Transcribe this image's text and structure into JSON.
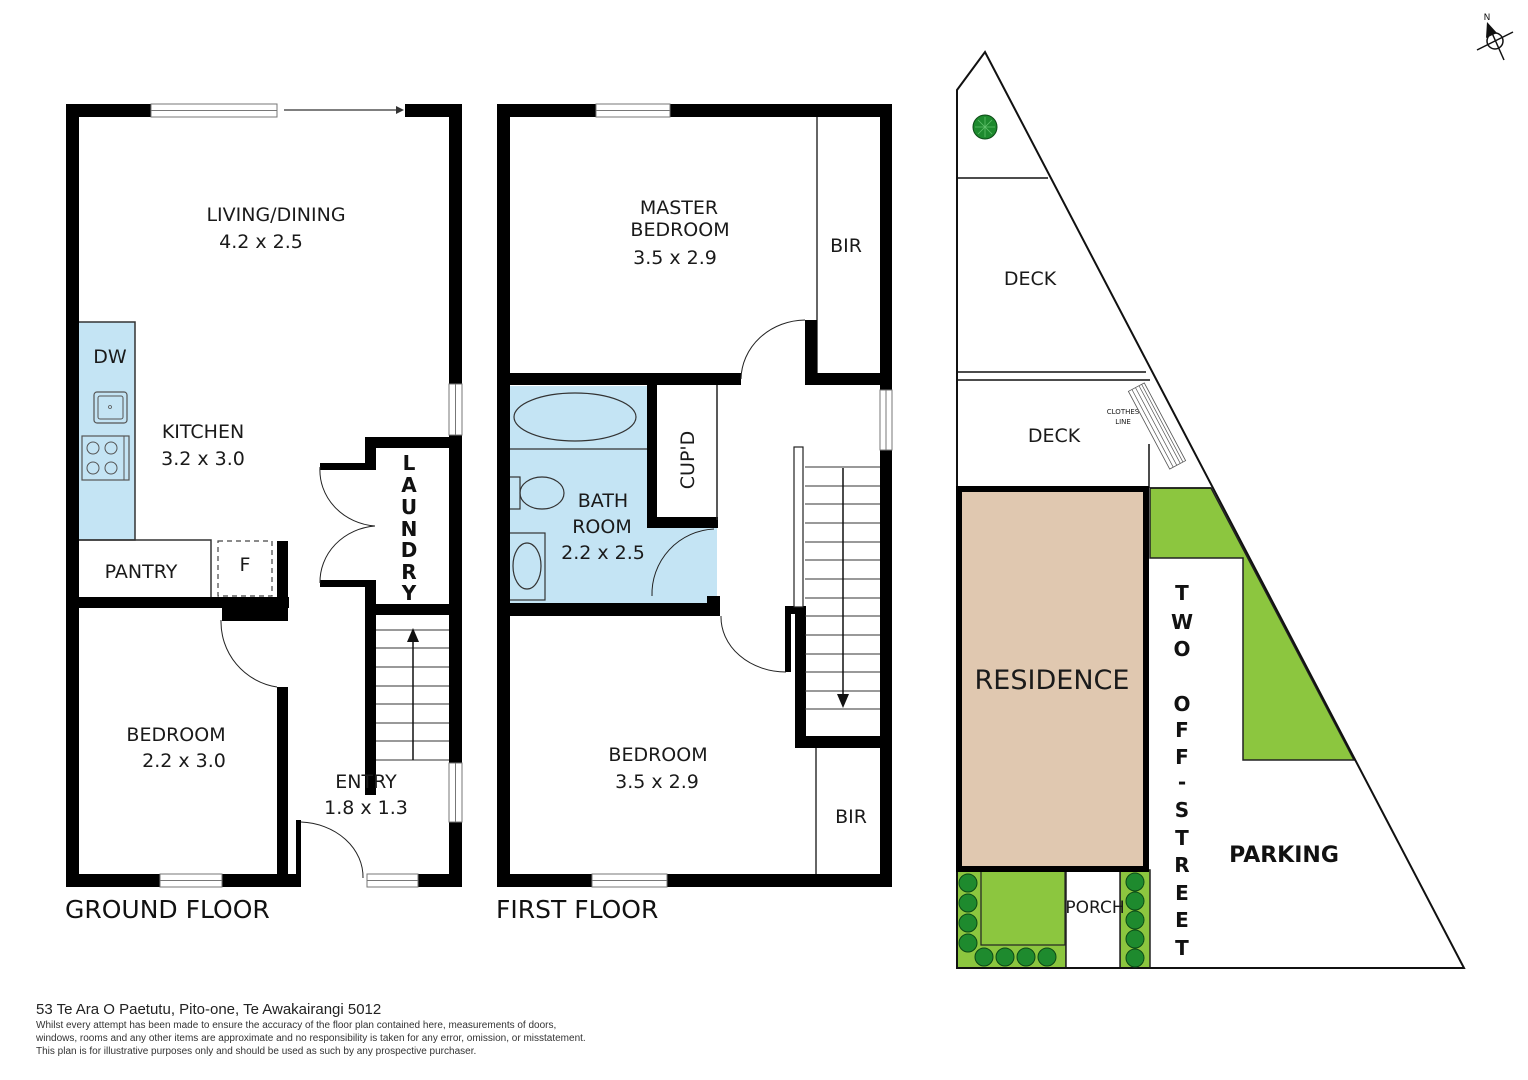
{
  "colors": {
    "wall": "#000000",
    "wet_area": "#c4e4f4",
    "residence": "#e0c8b0",
    "lawn": "#8cc63f",
    "tree": "#1e8a2e",
    "window_fill": "#ffffff"
  },
  "compass": {
    "label": "N"
  },
  "ground_floor": {
    "title": "GROUND FLOOR",
    "rooms": {
      "living": {
        "name": "LIVING/DINING",
        "size": "4.2 x 2.5"
      },
      "kitchen": {
        "name": "KITCHEN",
        "size": "3.2 x 3.0"
      },
      "dw": {
        "name": "DW"
      },
      "pantry": {
        "name": "PANTRY"
      },
      "fridge": {
        "name": "F"
      },
      "laundry": {
        "name": "LAUNDRY",
        "letters": [
          "L",
          "A",
          "U",
          "N",
          "D",
          "R",
          "Y"
        ]
      },
      "bedroom": {
        "name": "BEDROOM",
        "size": "2.2 x 3.0"
      },
      "entry": {
        "name": "ENTRY",
        "size": "1.8 x 1.3"
      }
    }
  },
  "first_floor": {
    "title": "FIRST FLOOR",
    "rooms": {
      "master": {
        "name_line1": "MASTER",
        "name_line2": "BEDROOM",
        "size": "3.5 x 2.9"
      },
      "bir_top": {
        "name": "BIR"
      },
      "bath": {
        "name_line1": "BATH",
        "name_line2": "ROOM",
        "size": "2.2 x 2.5"
      },
      "cupd": {
        "name": "CUP'D"
      },
      "bedroom": {
        "name": "BEDROOM",
        "size": "3.5 x 2.9"
      },
      "bir_bottom": {
        "name": "BIR"
      }
    }
  },
  "site_plan": {
    "deck_top": "DECK",
    "deck_bottom": "DECK",
    "clothes_line_1": "CLOTHES",
    "clothes_line_2": "LINE",
    "residence": "RESIDENCE",
    "porch": "PORCH",
    "parking": "PARKING",
    "off_street_letters": [
      "T",
      "W",
      "O",
      "O",
      "F",
      "F",
      "-",
      "S",
      "T",
      "R",
      "E",
      "E",
      "T"
    ]
  },
  "footer": {
    "address": "53 Te Ara O Paetutu, Pito-one, Te Awakairangi 5012",
    "disclaimer_line1": "Whilst every attempt has been made to ensure the accuracy of the floor plan contained here, measurements of doors,",
    "disclaimer_line2": "windows, rooms and any other items are approximate and no responsibility is taken for any error, omission, or misstatement.",
    "disclaimer_line3": "This plan is for illustrative purposes only and should be used as such by any prospective purchaser."
  }
}
